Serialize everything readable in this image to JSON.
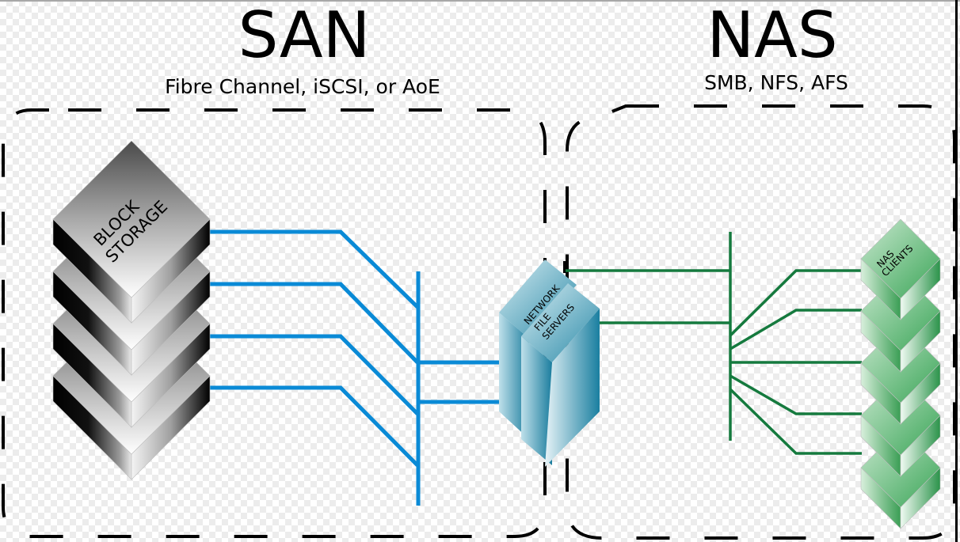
{
  "san": {
    "title": "SAN",
    "subtitle": "Fibre Channel, iSCSI, or AoE",
    "storage_label_line1": "BLOCK",
    "storage_label_line2": "STORAGE",
    "storage_unit_count": 4,
    "link_color": "#0a8ad6"
  },
  "file_servers": {
    "label_line1": "NETWORK",
    "label_line2": "FILE",
    "label_line3": "SERVERS",
    "color": "#1a7fa0"
  },
  "nas": {
    "title": "NAS",
    "subtitle": "SMB, NFS, AFS",
    "clients_label_line1": "NAS",
    "clients_label_line2": "CLIENTS",
    "client_count": 5,
    "link_color": "#157a3e",
    "client_color": "#2e9e4f"
  }
}
